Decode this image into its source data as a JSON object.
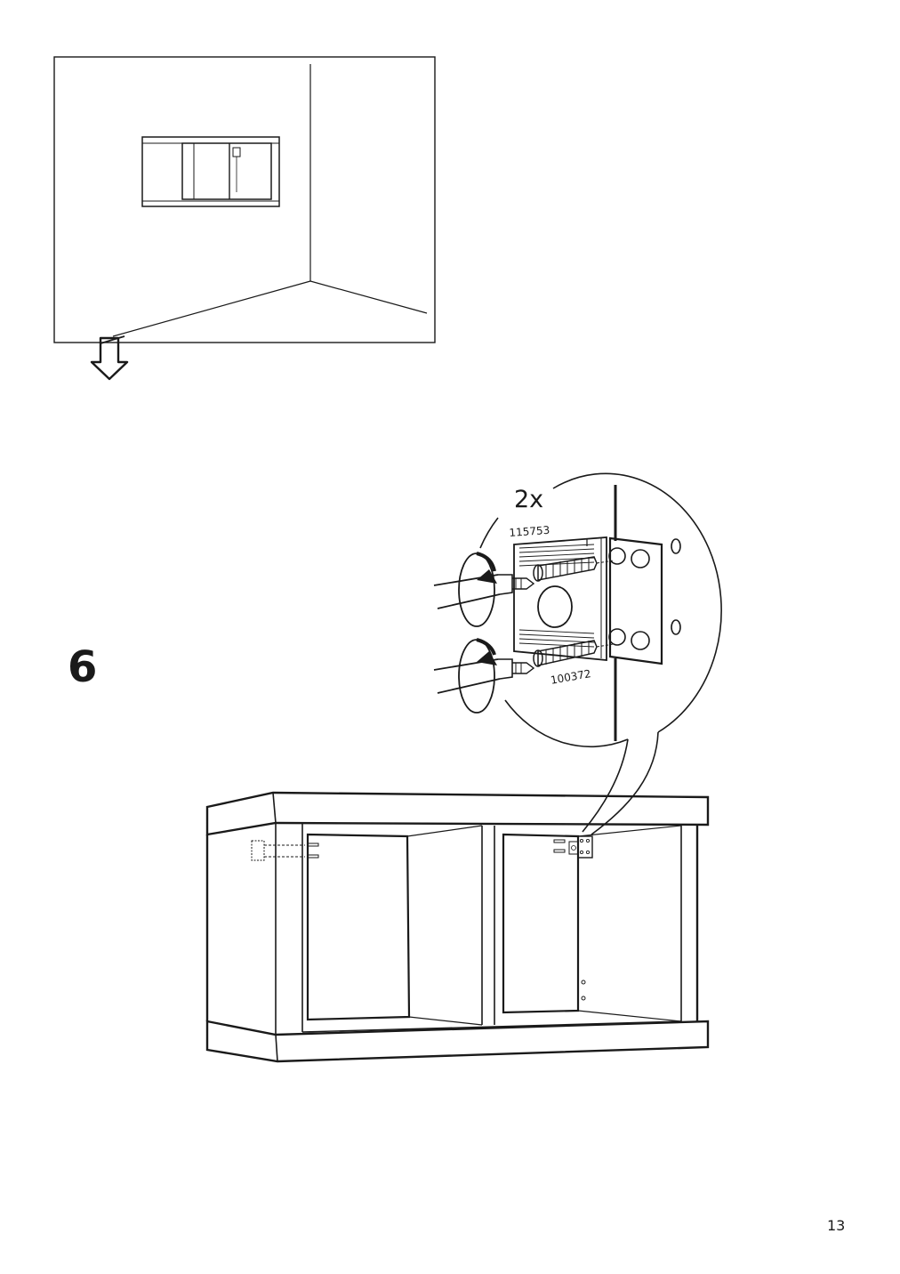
{
  "step": {
    "number": "6"
  },
  "detail": {
    "quantity": "2x",
    "part_numbers": [
      "115753",
      "100372"
    ]
  },
  "icons": {
    "next_arrow": "down-hollow-arrow-icon",
    "rotate": "clockwise-rotation-icon",
    "screwdriver": "screwdriver-icon",
    "screw": "screw-icon",
    "bracket": "wall-bracket-icon"
  },
  "page": {
    "number": "13"
  }
}
